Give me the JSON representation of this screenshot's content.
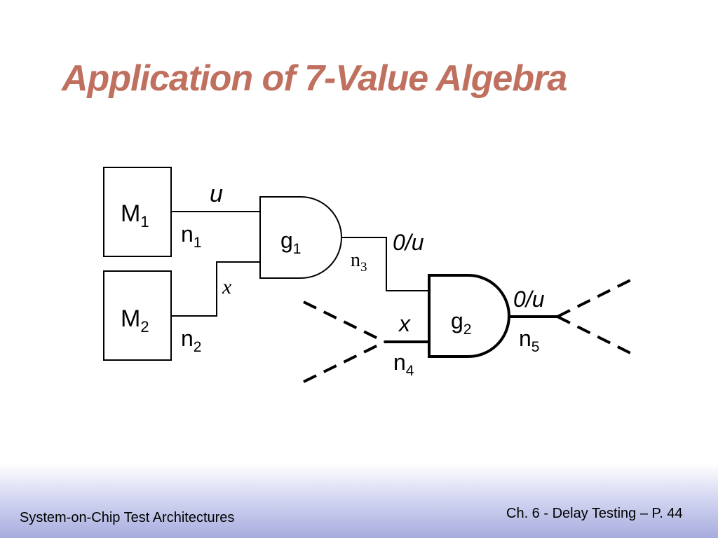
{
  "slide": {
    "title": "Application of 7-Value Algebra",
    "title_color": "#c0705e"
  },
  "diagram": {
    "modules": {
      "m1": {
        "base": "M",
        "sub": "1"
      },
      "m2": {
        "base": "M",
        "sub": "2"
      }
    },
    "gates": {
      "g1": {
        "base": "g",
        "sub": "1"
      },
      "g2": {
        "base": "g",
        "sub": "2"
      }
    },
    "nets": {
      "n1": {
        "base": "n",
        "sub": "1"
      },
      "n2": {
        "base": "n",
        "sub": "2"
      },
      "n3": {
        "base": "n",
        "sub": "3"
      },
      "n4": {
        "base": "n",
        "sub": "4"
      },
      "n5": {
        "base": "n",
        "sub": "5"
      }
    },
    "values": {
      "n1": "u",
      "n2": "x",
      "n3": "0/u",
      "n4": "x",
      "n5": "0/u"
    }
  },
  "footer": {
    "left": "System-on-Chip Test Architectures",
    "right": "Ch. 6 - Delay Testing – P. 44"
  }
}
